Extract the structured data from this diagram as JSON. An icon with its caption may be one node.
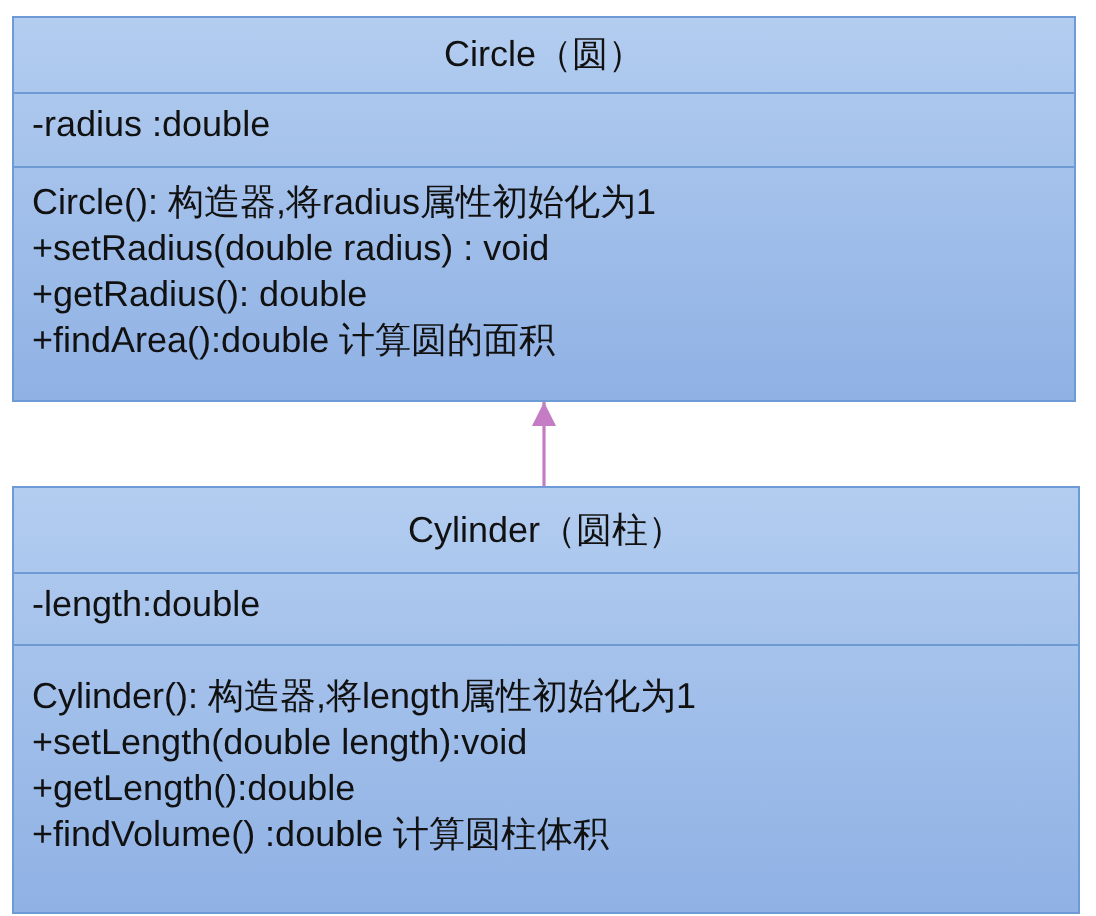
{
  "diagram": {
    "nodes": [
      {
        "text": [
          "Circle（圆）",
          "-radius :double",
          "Circle(): 构造器,将radius属性初始化为1",
          "+setRadius(double radius) : void",
          "+getRadius(): double",
          "+findArea():double  计算圆的面积"
        ]
      },
      {
        "text": [
          "Cylinder（圆柱）",
          "-length:double",
          "Cylinder():  构造器,将length属性初始化为1",
          "+setLength(double length):void",
          "+getLength():double",
          "+findVolume() :double   计算圆柱体积"
        ]
      }
    ],
    "edges": [
      {
        "from": 1,
        "to": 0,
        "arrow": "to",
        "color": "#c47cc4"
      }
    ]
  }
}
